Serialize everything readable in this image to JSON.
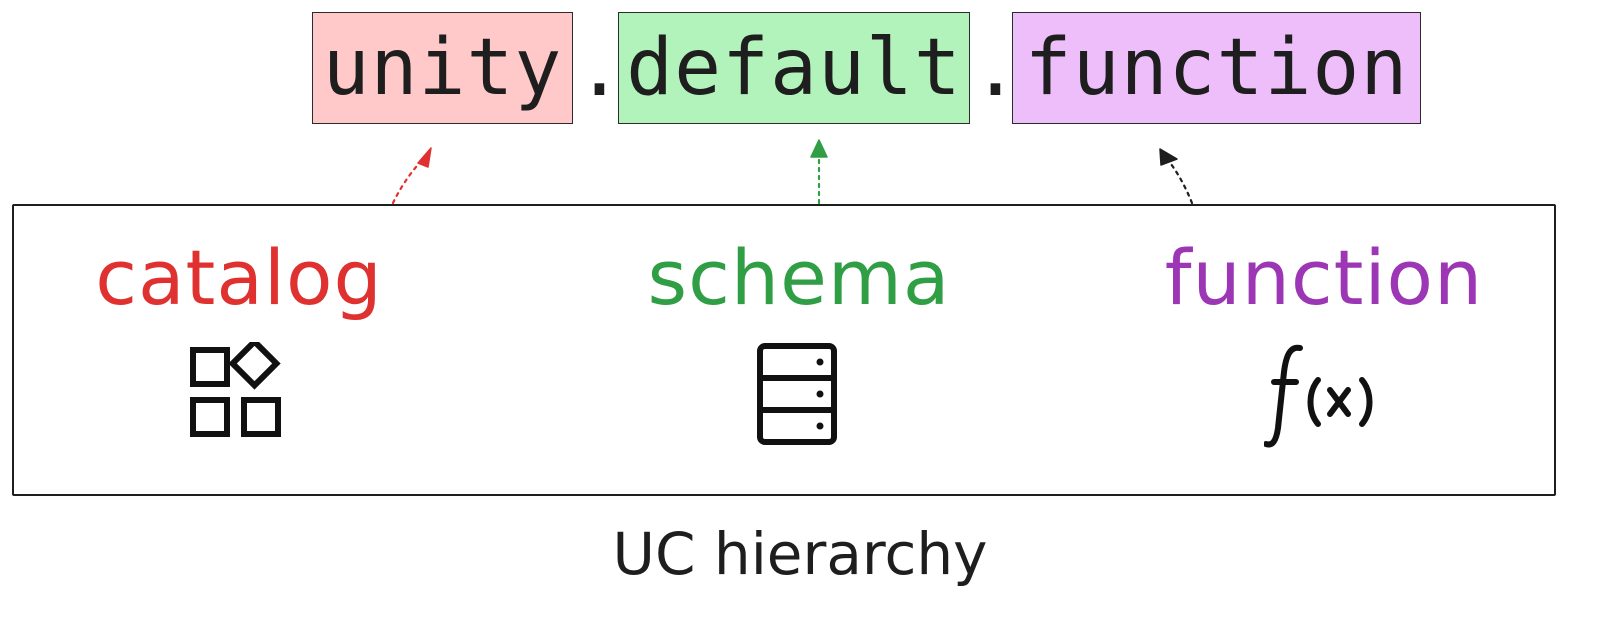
{
  "path": {
    "segments": [
      {
        "text": "unity",
        "role": "catalog",
        "bg_color": "#ffc9c9"
      },
      {
        "text": "default",
        "role": "schema",
        "bg_color": "#b2f2bb"
      },
      {
        "text": "function",
        "role": "function",
        "bg_color": "#eebefa"
      }
    ],
    "separator": "."
  },
  "hierarchy": {
    "levels": [
      {
        "label": "catalog",
        "color": "#e03131",
        "icon": "catalog-blocks-icon"
      },
      {
        "label": "schema",
        "color": "#2f9e44",
        "icon": "database-server-icon"
      },
      {
        "label": "function",
        "color": "#9c36b5",
        "icon": "function-fx-icon"
      }
    ],
    "caption": "UC hierarchy"
  },
  "arrows": [
    {
      "from": "catalog",
      "to": "unity",
      "color": "#e03131",
      "style": "dotted"
    },
    {
      "from": "schema",
      "to": "default",
      "color": "#2f9e44",
      "style": "dotted"
    },
    {
      "from": "function",
      "to": "function",
      "color": "#1e1e1e",
      "style": "dotted"
    }
  ]
}
